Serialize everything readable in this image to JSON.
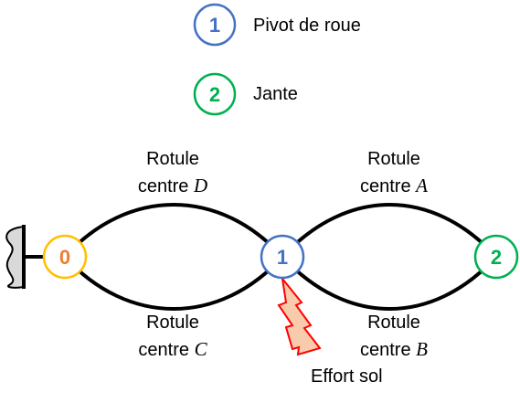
{
  "legend": [
    {
      "number": "1",
      "label": "Pivot de roue",
      "color": "#4472c4"
    },
    {
      "number": "2",
      "label": "Jante",
      "color": "#00b050"
    }
  ],
  "nodes": {
    "n0": {
      "number": "0",
      "color": "#ffc000",
      "text_color": "#ed7d31"
    },
    "n1": {
      "number": "1",
      "color": "#4472c4",
      "text_color": "#4472c4"
    },
    "n2": {
      "number": "2",
      "color": "#00b050",
      "text_color": "#00b050"
    }
  },
  "links": {
    "D": {
      "line1": "Rotule",
      "line2_prefix": "centre ",
      "center": "D"
    },
    "C": {
      "line1": "Rotule",
      "line2_prefix": "centre ",
      "center": "C"
    },
    "A": {
      "line1": "Rotule",
      "line2_prefix": "centre ",
      "center": "A"
    },
    "B": {
      "line1": "Rotule",
      "line2_prefix": "centre ",
      "center": "B"
    }
  },
  "force": {
    "label": "Effort sol",
    "fill": "#f8cbad",
    "stroke": "#ff0000"
  },
  "ground": {
    "fill": "#d9d9d9"
  }
}
